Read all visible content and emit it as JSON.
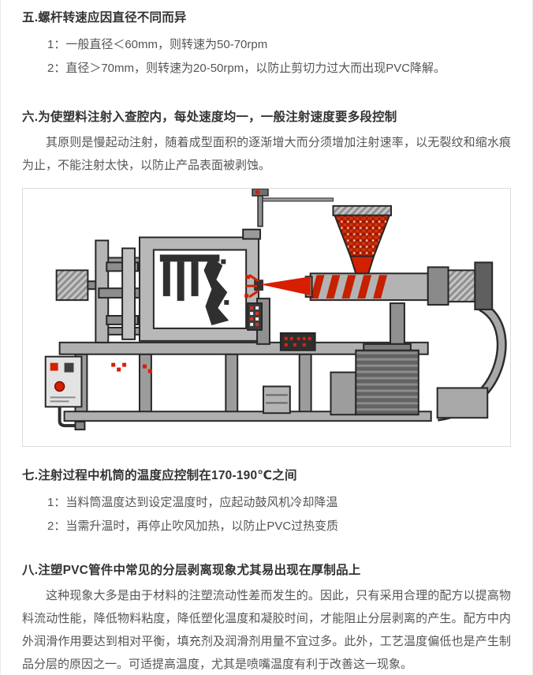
{
  "colors": {
    "heading": "#333333",
    "body": "#555555",
    "accent_red": "#d42000",
    "machine_gray": "#b0b0b0"
  },
  "sections": {
    "s5": {
      "heading": "五.螺杆转速应因直径不同而异",
      "items": [
        "1：一般直径＜60mm，则转速为50-70rpm",
        "2：直径＞70mm，则转速为20-50rpm，以防止剪切力过大而出现PVC降解。"
      ]
    },
    "s6": {
      "heading": "六.为使塑料注射入查腔内，每处速度均一，一般注射速度要多段控制",
      "paragraph": "其原则是慢起动注射，随着成型面积的逐渐增大而分须增加注射速率，以无裂纹和缩水痕为止，不能注射太快，以防止产品表面被剥蚀。"
    },
    "s7": {
      "heading": "七.注射过程中机筒的温度应控制在170-190℃之间",
      "items": [
        "1：当料筒温度达到设定温度时，应起动鼓风机冷却降温",
        "2：当需升温时，再停止吹风加热，以防止PVC过热变质"
      ]
    },
    "s8": {
      "heading": "八.注塑PVC管件中常见的分层剥离现象尤其易出现在厚制品上",
      "paragraph": "这种现象大多是由于材料的注塑流动性差而发生的。因此，只有采用合理的配方以提高物料流动性能，降低物料粘度，降低塑化温度和凝胶时间，才能阻止分层剥离的产生。配方中内外润滑作用要达到相对平衡，填充剂及润滑剂用量不宜过多。此外，工艺温度偏低也是产生制品分层的原因之一。可适提高温度，尤其是喷嘴温度有利于改善这一现象。"
    }
  },
  "figure": {
    "icon": "injection-molding-machine-illustration"
  }
}
